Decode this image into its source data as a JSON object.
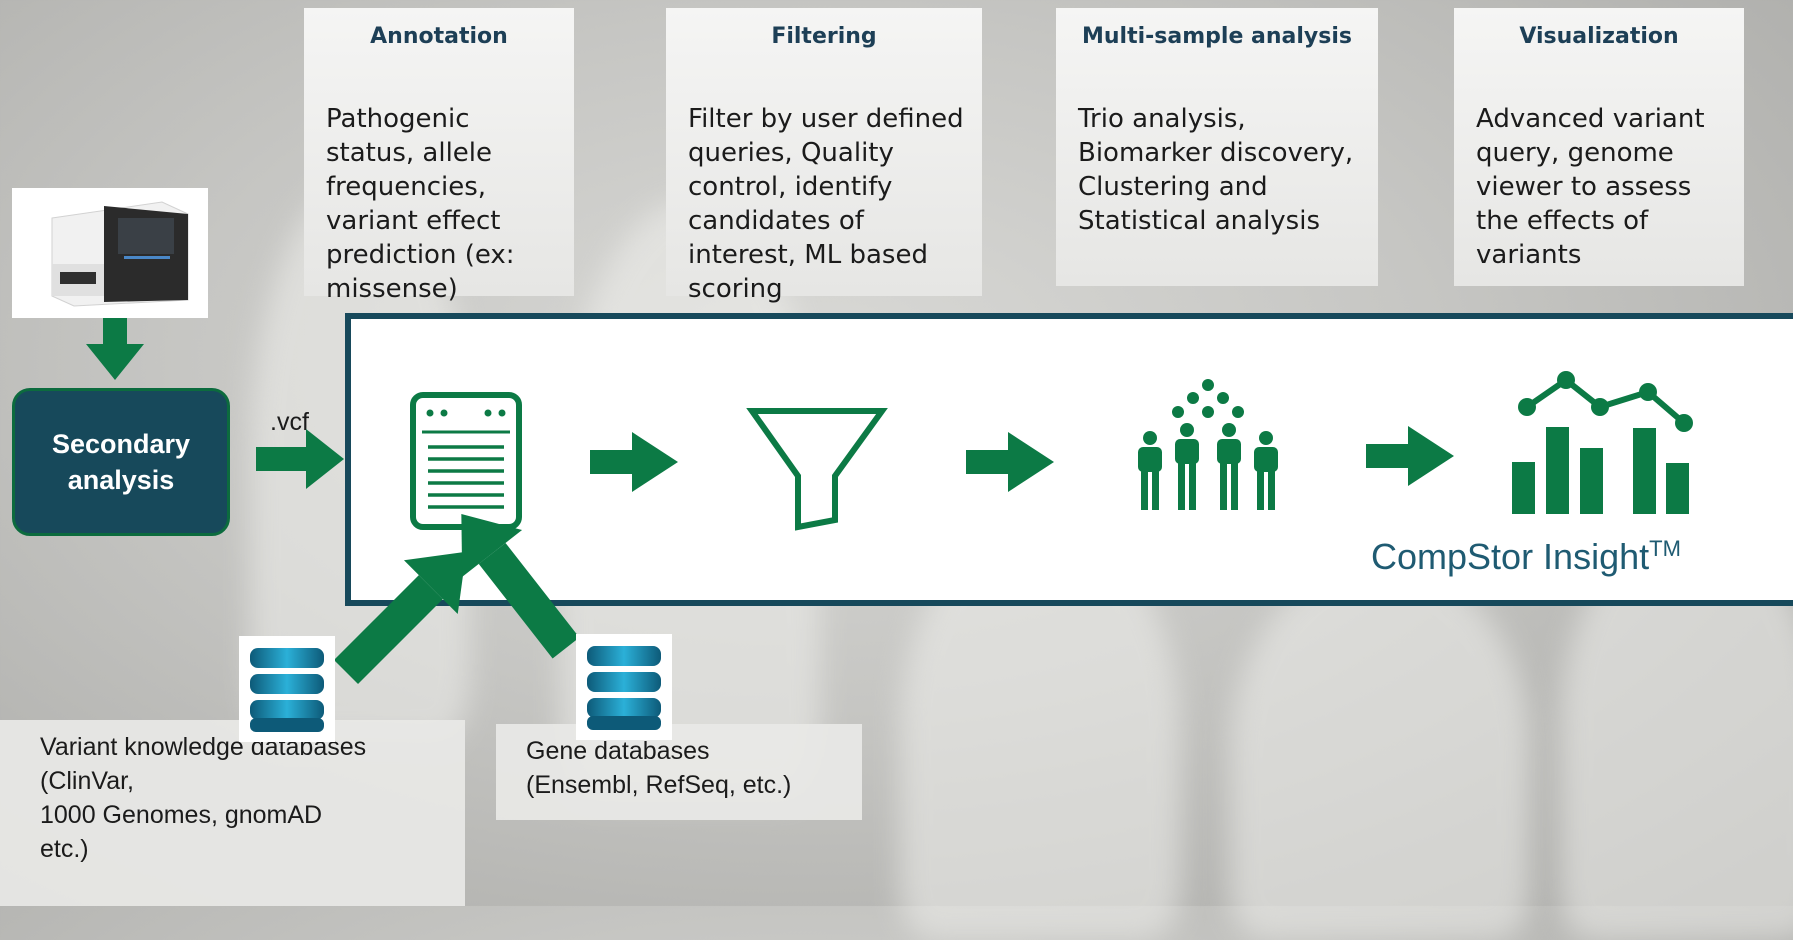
{
  "categories": [
    {
      "title": "Annotation",
      "text": "Pathogenic status, allele frequencies, variant effect prediction (ex: missense)"
    },
    {
      "title": "Filtering",
      "text": "Filter by user defined queries, Quality control,  identify candidates of interest, ML based scoring"
    },
    {
      "title": "Multi-sample analysis",
      "text": "Trio analysis, Biomarker discovery, Clustering and Statistical analysis"
    },
    {
      "title": "Visualization",
      "text": "Advanced variant query, genome viewer to assess the effects of variants"
    }
  ],
  "secondary": {
    "line1": "Secondary",
    "line2": "analysis"
  },
  "vcf_label": ".vcf",
  "product": {
    "name": "CompStor Insight",
    "mark": "TM"
  },
  "databases": [
    {
      "line1": "Variant knowledge databases",
      "line2": "(ClinVar,",
      "line3": "1000 Genomes, gnomAD",
      "line4": "etc.)"
    },
    {
      "line1": "Gene databases",
      "line2": "(Ensembl, RefSeq, etc.)"
    }
  ],
  "icons": [
    "sequencer-icon",
    "document-icon",
    "filter-funnel-icon",
    "population-icon",
    "line-bar-chart-icon",
    "database-icon"
  ],
  "colors": {
    "arrow_green": "#0c7a45",
    "panel_border": "#17495b",
    "secondary_fill": "#17495b",
    "title_blue": "#1d3f56",
    "product_blue": "#1f5b72"
  }
}
